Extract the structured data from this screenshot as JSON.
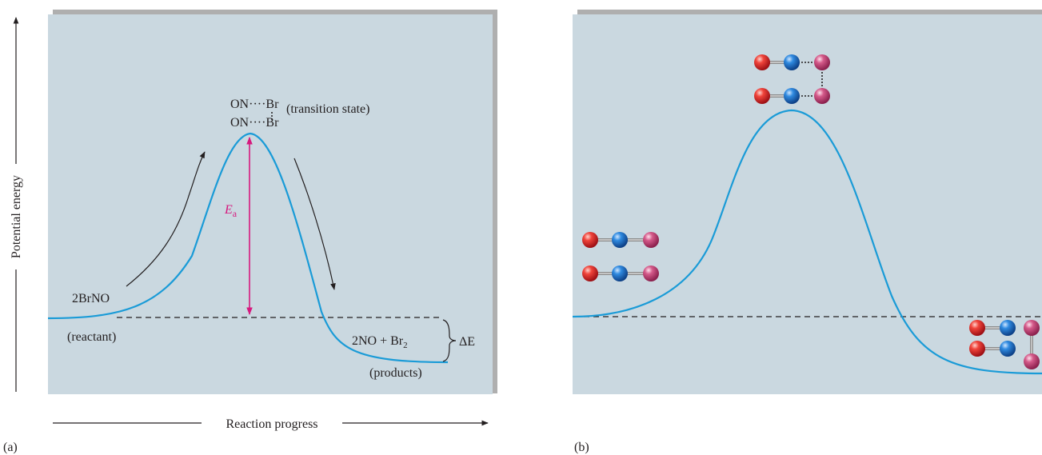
{
  "panel_a": {
    "label": "(a)",
    "y_axis_label": "Potential energy",
    "x_axis_label": "Reaction progress",
    "reactant_formula": "2BrNO",
    "reactant_label": "(reactant)",
    "ts_line1": "ON····Br",
    "ts_line2": "ON····Br",
    "ts_label": "(transition state)",
    "products_formula_main": "2NO + Br",
    "products_formula_sub": "2",
    "products_label": "(products)",
    "ea_symbol": "E",
    "ea_sub": "a",
    "delta_e": "ΔE"
  },
  "panel_b": {
    "label": "(b)"
  },
  "colors": {
    "panel_bg": "#cad8e0",
    "curve": "#1a9bd7",
    "activation_arrow": "#d6197e",
    "atom_red": "#e8262c",
    "atom_blue": "#1e74c4",
    "atom_pink": "#c94b7d"
  }
}
